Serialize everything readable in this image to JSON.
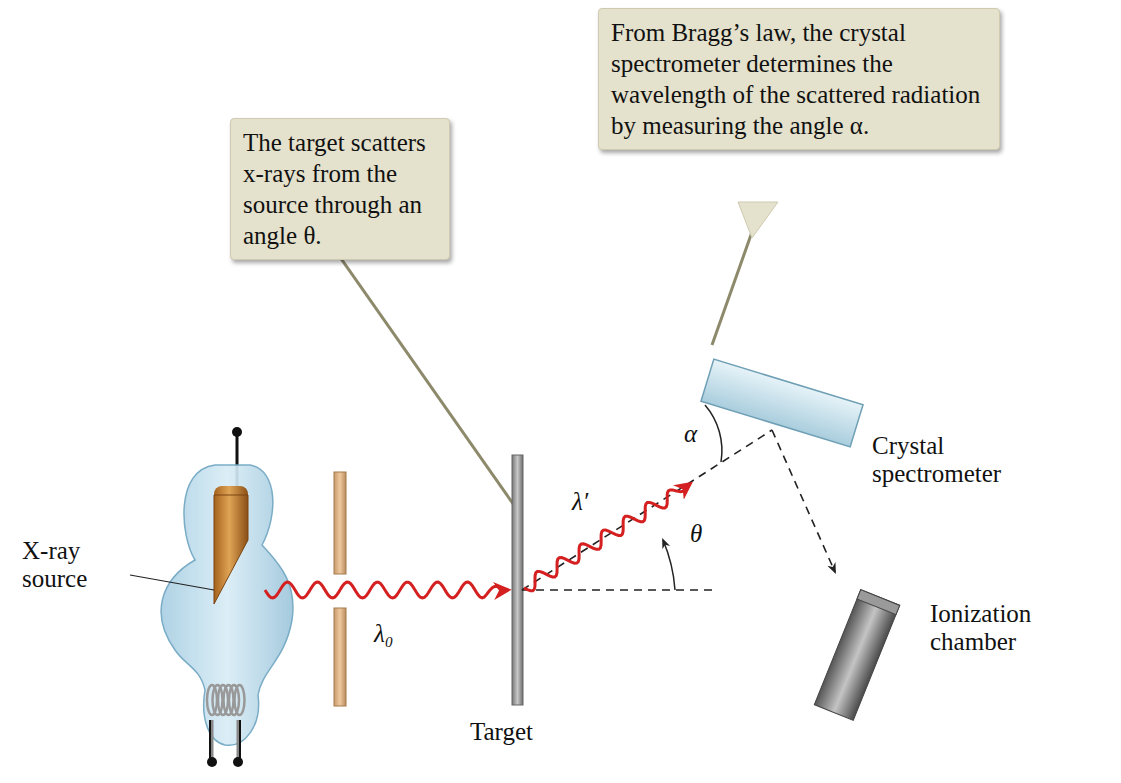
{
  "diagram": {
    "nodes": [
      {
        "text": [
          "The target scatters x-rays from the source through an angle θ."
        ]
      },
      {
        "text": [
          "From Bragg’s law, the crystal spectrometer determines the wavelength of the scattered radiation by measuring the angle α."
        ]
      }
    ],
    "labels": [
      "X-ray source",
      "λ₀",
      "Target",
      "λ′",
      "θ",
      "α",
      "Crystal spectrometer",
      "Ionization chamber"
    ]
  }
}
